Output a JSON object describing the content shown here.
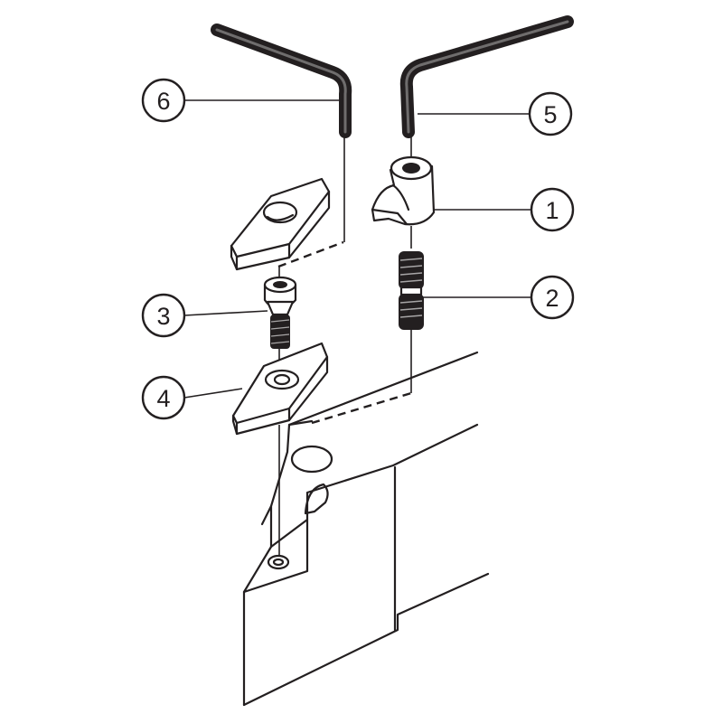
{
  "callouts": {
    "c1": "1",
    "c2": "2",
    "c3": "3",
    "c4": "4",
    "c5": "5",
    "c6": "6"
  },
  "colors": {
    "ink": "#231f20",
    "shade": "#d9d9d9",
    "background": "#ffffff"
  }
}
